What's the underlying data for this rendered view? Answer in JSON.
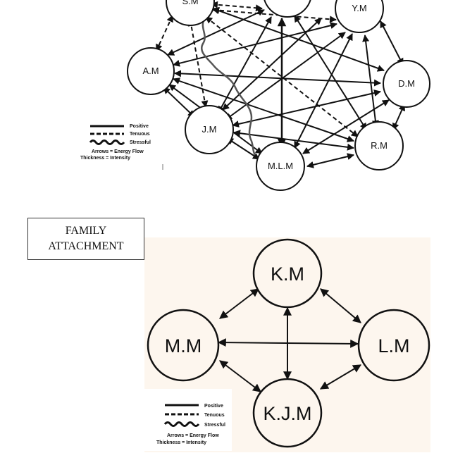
{
  "ecomap": {
    "nodes": [
      {
        "id": "SM",
        "label": "S.M"
      },
      {
        "id": "TOP",
        "label": ""
      },
      {
        "id": "YM",
        "label": "Y.M"
      },
      {
        "id": "AM",
        "label": "A.M"
      },
      {
        "id": "DM",
        "label": "D.M"
      },
      {
        "id": "JM",
        "label": "J.M"
      },
      {
        "id": "RM",
        "label": "R.M"
      },
      {
        "id": "MLM",
        "label": "M.L.M"
      }
    ],
    "legend": {
      "positive": "Positive",
      "tenuous": "Tenuous",
      "stressful": "Stressful",
      "arrows_note": "Arrows = Energy Flow",
      "thickness_note": "Thickness = Intensity"
    }
  },
  "family_attachment": {
    "title_line1": "FAMILY",
    "title_line2": "ATTACHMENT",
    "nodes": [
      {
        "id": "KM",
        "label": "K.M"
      },
      {
        "id": "MM",
        "label": "M.M"
      },
      {
        "id": "LM",
        "label": "L.M"
      },
      {
        "id": "KJM",
        "label": "K.J.M"
      }
    ],
    "legend": {
      "positive": "Positive",
      "tenuous": "Tenuous",
      "stressful": "Stressful",
      "arrows_note": "Arrows = Energy Flow",
      "thickness_note": "Thickness = Intensity"
    }
  }
}
